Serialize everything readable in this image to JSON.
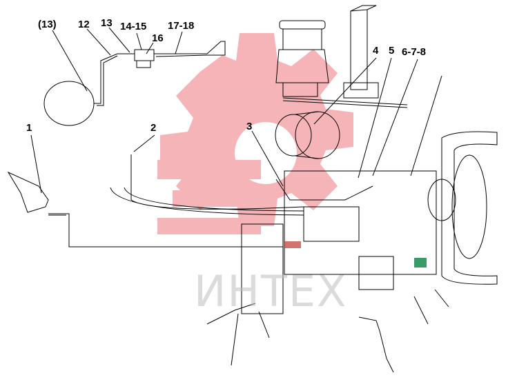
{
  "callouts": [
    {
      "id": "c13p",
      "text": "(13)"
    },
    {
      "id": "c12",
      "text": "12"
    },
    {
      "id": "c13",
      "text": "13"
    },
    {
      "id": "c1415",
      "text": "14-15"
    },
    {
      "id": "c16",
      "text": "16"
    },
    {
      "id": "c1718",
      "text": "17-18"
    },
    {
      "id": "c4",
      "text": "4"
    },
    {
      "id": "c5",
      "text": "5"
    },
    {
      "id": "c678",
      "text": "6-7-8"
    },
    {
      "id": "c1",
      "text": "1"
    },
    {
      "id": "c2",
      "text": "2"
    },
    {
      "id": "c3",
      "text": "3"
    }
  ],
  "watermark": {
    "text": "ИНТЕХ",
    "color": "#f2a3a8"
  }
}
